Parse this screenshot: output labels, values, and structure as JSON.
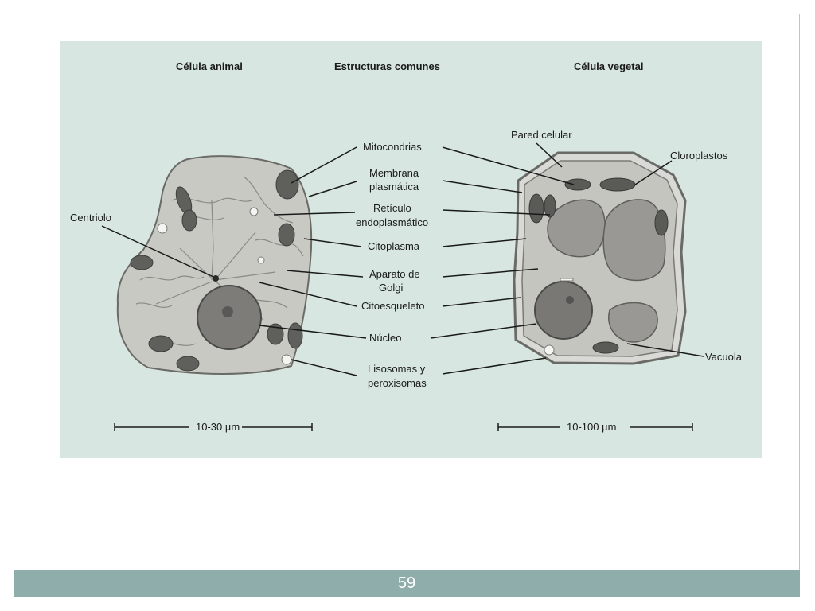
{
  "headers": {
    "animal": "Célula animal",
    "common": "Estructuras comunes",
    "plant": "Célula vegetal"
  },
  "labels": {
    "mitocondrias": "Mitocondrias",
    "membrana_1": "Membrana",
    "membrana_2": "plasmática",
    "reticulo_1": "Retículo",
    "reticulo_2": "endoplasmático",
    "citoplasma": "Citoplasma",
    "aparato_1": "Aparato de",
    "aparato_2": "Golgi",
    "citoesqueleto": "Citoesqueleto",
    "nucleo": "Núcleo",
    "lisosomas_1": "Lisosomas y",
    "lisosomas_2": "peroxisomas",
    "centriolo": "Centriolo",
    "pared": "Pared celular",
    "cloroplastos": "Cloroplastos",
    "vacuola": "Vacuola"
  },
  "scales": {
    "animal": "10-30 µm",
    "plant": "10-100 µm"
  },
  "footer": {
    "page_number": "59"
  }
}
